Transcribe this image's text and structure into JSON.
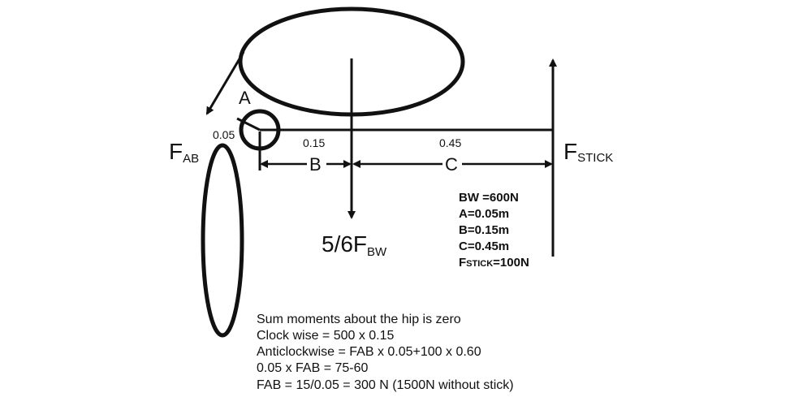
{
  "diagram": {
    "labels": {
      "point_a": "A",
      "dim_b": "B",
      "dim_c": "C",
      "dist_a": "0.05",
      "dist_b": "0.15",
      "dist_c": "0.45",
      "f_ab_main": "F",
      "f_ab_sub": "AB",
      "f_stick_main": "F",
      "f_stick_sub": "STICK",
      "f_bw_main": "5/6F",
      "f_bw_sub": "BW"
    },
    "given": {
      "bw": "BW =600N",
      "a": "A=0.05m",
      "b": "B=0.15m",
      "c": "C=0.45m",
      "fstick_main": "F",
      "fstick_sc": "STICK",
      "fstick_rest": "=100N"
    },
    "calculation": [
      "Sum moments about the hip is zero",
      "Clock wise = 500 x 0.15",
      "Anticlockwise = FAB x 0.05+100 x 0.60",
      "0.05 x FAB = 75-60",
      "FAB = 15/0.05 = 300 N (1500N without stick)"
    ],
    "colors": {
      "ink": "#111111",
      "background": "#ffffff"
    }
  }
}
